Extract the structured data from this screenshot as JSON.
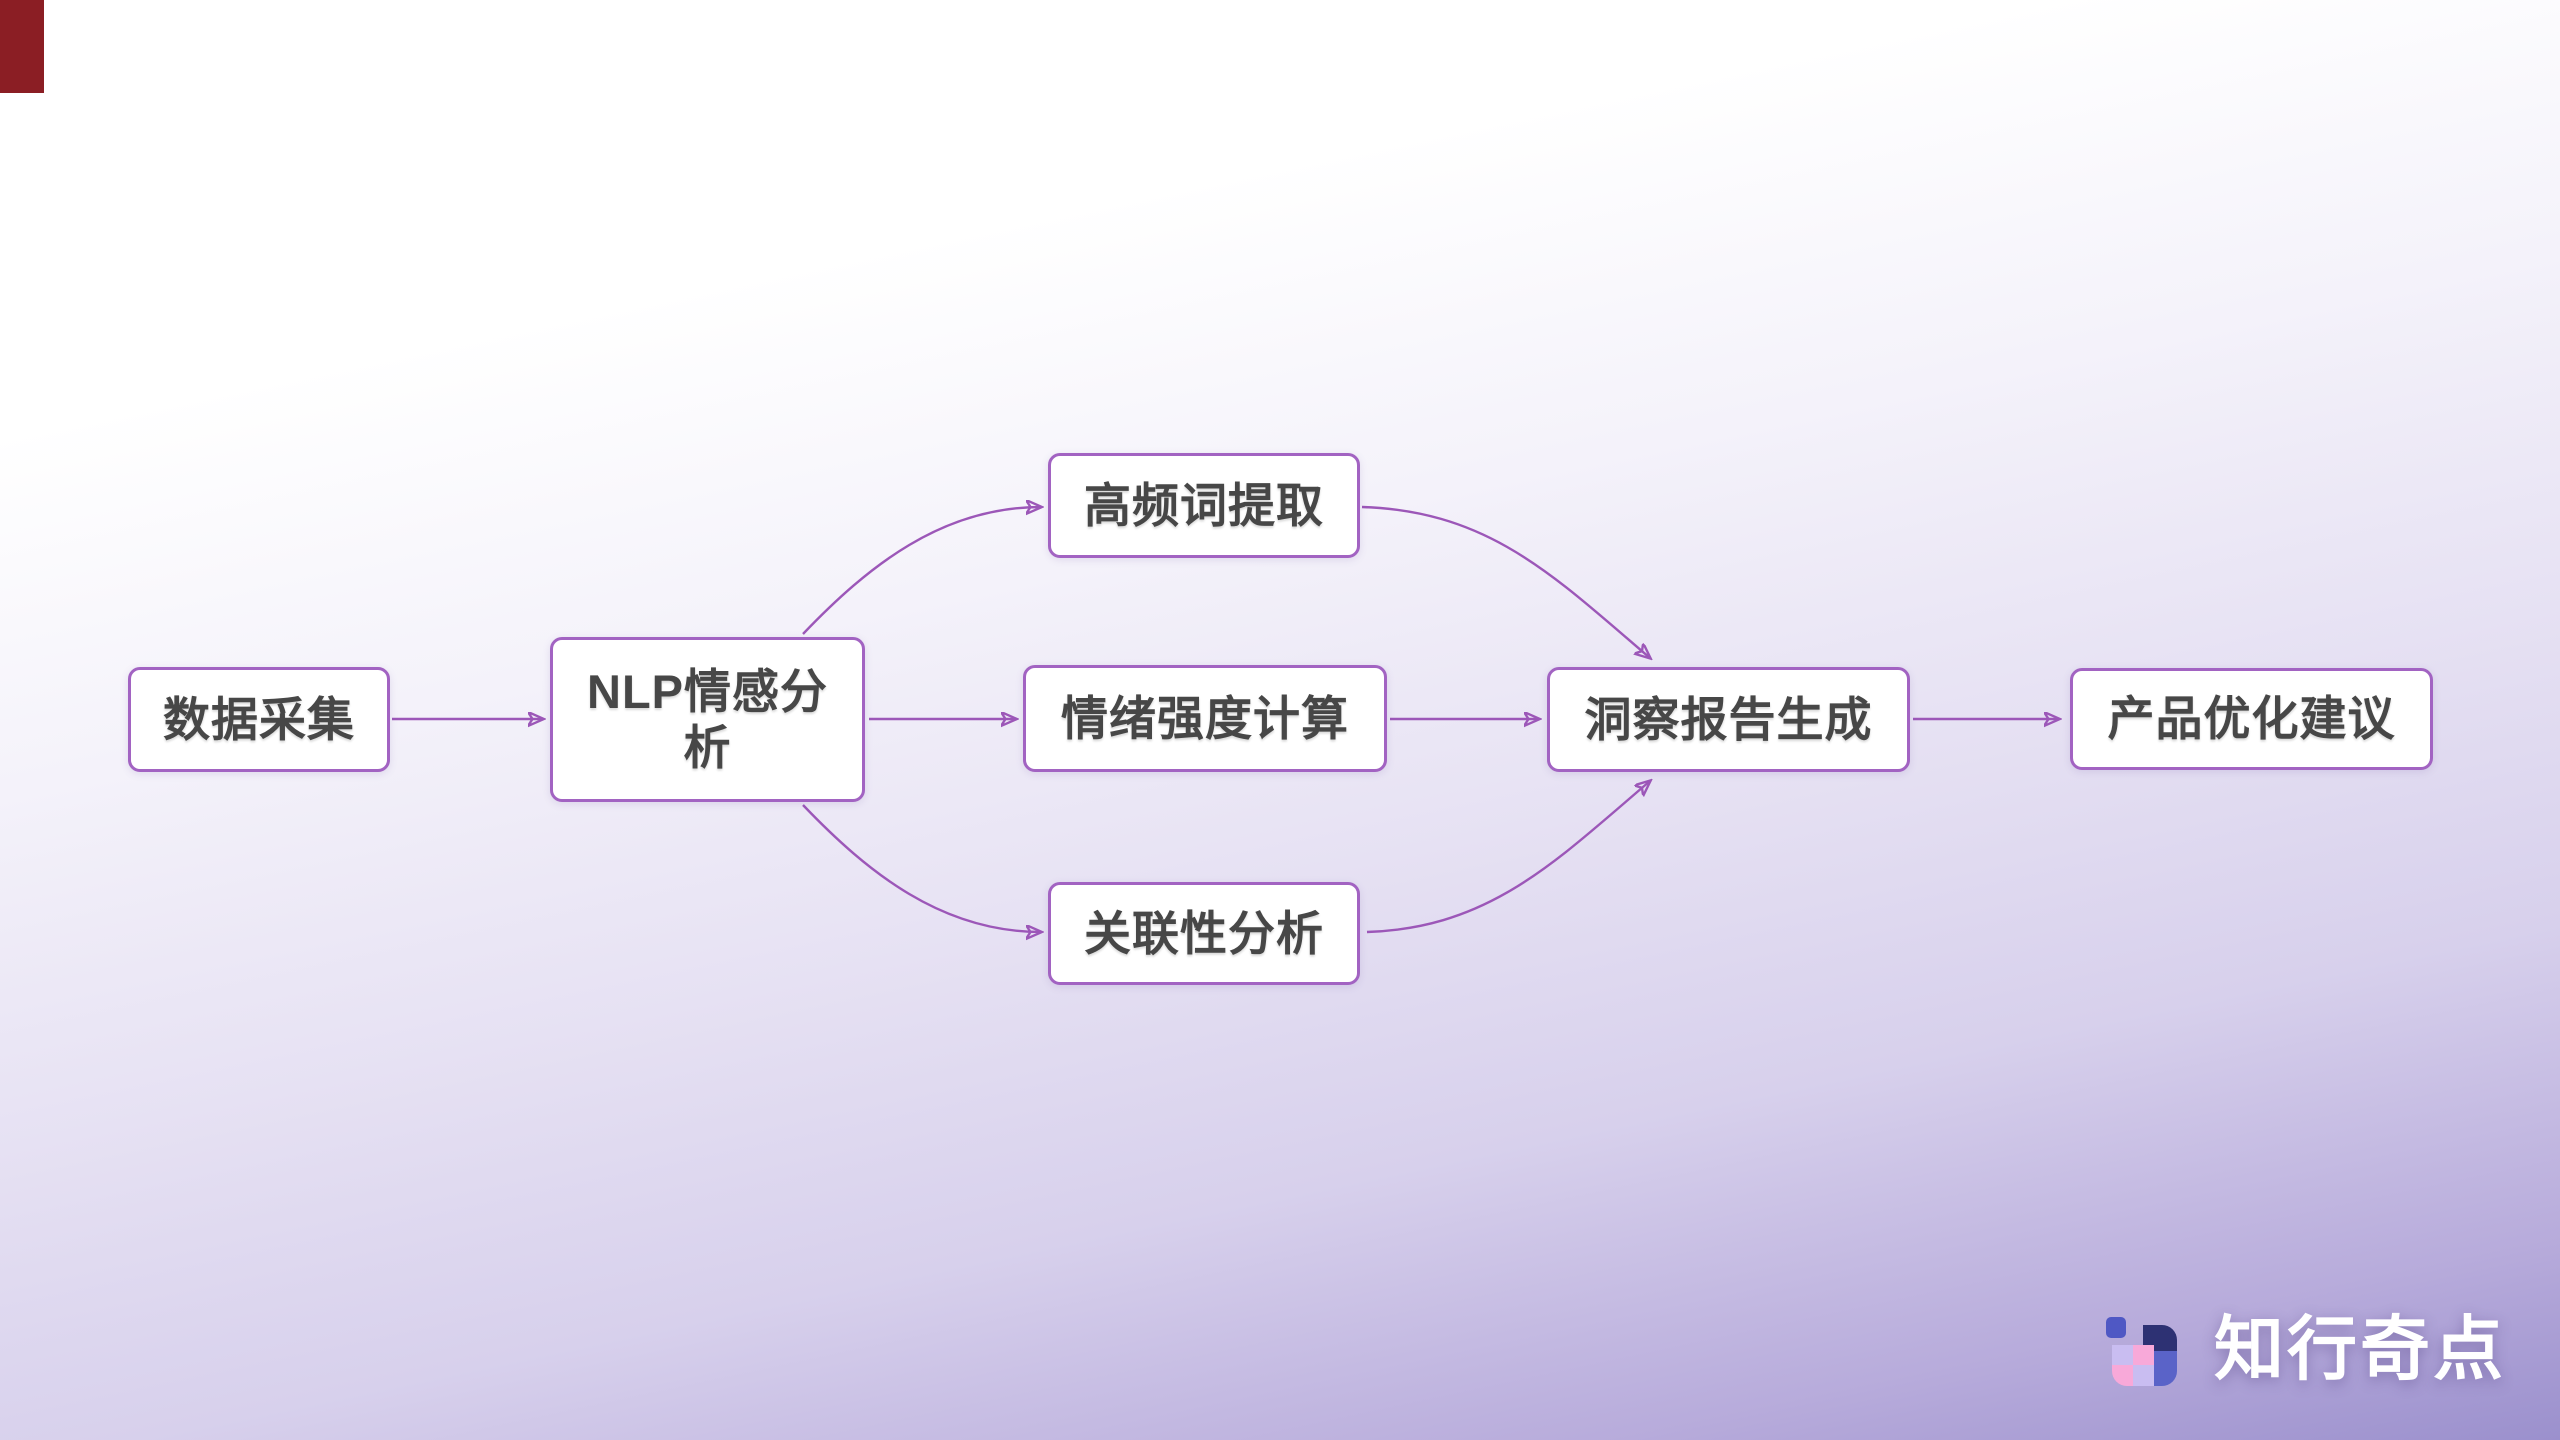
{
  "page": {
    "type": "flowchart-slide"
  },
  "colors": {
    "background_top": "#ffffff",
    "background_bottom": "#9b90cd",
    "node_border": "#a263c2",
    "node_text": "#474747",
    "connector": "#9c57b8",
    "corner_marker": "#8b1e24",
    "logo_text": "#ffffff",
    "logo_navy": "#2d3173",
    "logo_indigo": "#5a63c8",
    "logo_blue": "#4f58c4",
    "logo_lavender": "#c9bdf1",
    "logo_pink": "#f8a9d9"
  },
  "flowchart": {
    "nodes": [
      {
        "id": "data-collection",
        "label": "数据采集"
      },
      {
        "id": "nlp-sentiment-analysis",
        "label": "NLP情感分\n析"
      },
      {
        "id": "high-frequency-word-extraction",
        "label": "高频词提取"
      },
      {
        "id": "emotion-intensity-calculation",
        "label": "情绪强度计算"
      },
      {
        "id": "correlation-analysis",
        "label": "关联性分析"
      },
      {
        "id": "insight-report-generation",
        "label": "洞察报告生成"
      },
      {
        "id": "product-optimization-suggestions",
        "label": "产品优化建议"
      }
    ],
    "edges": [
      {
        "from": "data-collection",
        "to": "nlp-sentiment-analysis"
      },
      {
        "from": "nlp-sentiment-analysis",
        "to": "high-frequency-word-extraction"
      },
      {
        "from": "nlp-sentiment-analysis",
        "to": "emotion-intensity-calculation"
      },
      {
        "from": "nlp-sentiment-analysis",
        "to": "correlation-analysis"
      },
      {
        "from": "high-frequency-word-extraction",
        "to": "insight-report-generation"
      },
      {
        "from": "emotion-intensity-calculation",
        "to": "insight-report-generation"
      },
      {
        "from": "correlation-analysis",
        "to": "insight-report-generation"
      },
      {
        "from": "insight-report-generation",
        "to": "product-optimization-suggestions"
      }
    ]
  },
  "logo": {
    "text": "知行奇点"
  }
}
